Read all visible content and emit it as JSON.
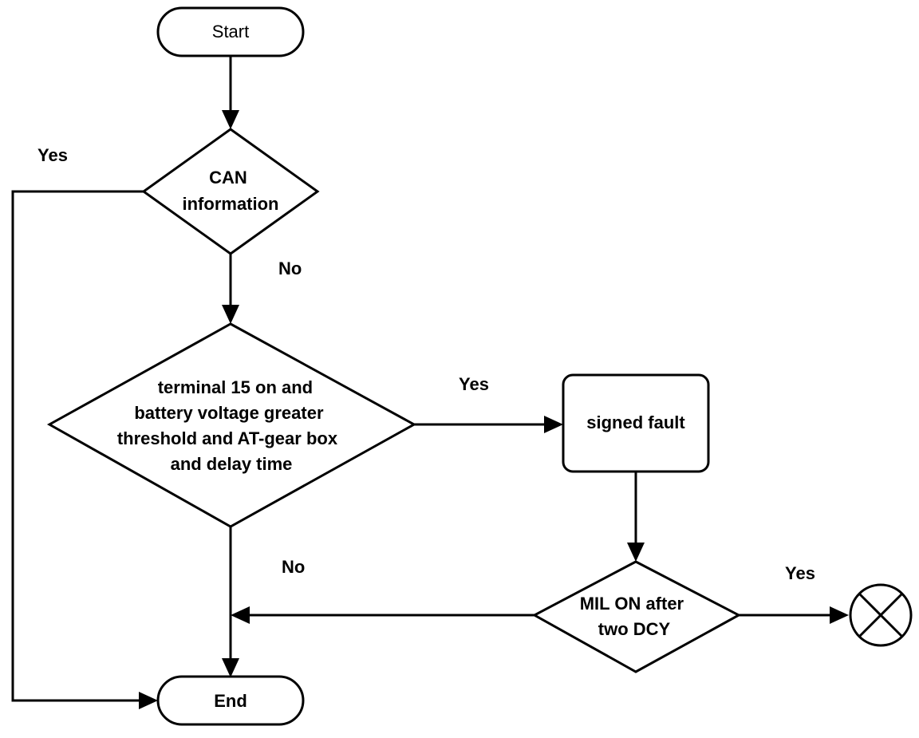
{
  "diagram": {
    "nodes": {
      "start": {
        "lines": [
          "Start"
        ]
      },
      "can": {
        "lines": [
          "CAN",
          "information"
        ]
      },
      "cond": {
        "lines": [
          "terminal 15 on and",
          "battery voltage greater",
          "threshold and AT-gear box",
          "and delay time"
        ]
      },
      "fault": {
        "lines": [
          "signed fault"
        ]
      },
      "mil": {
        "lines": [
          "MIL ON after",
          "two DCY"
        ]
      },
      "end": {
        "lines": [
          "End"
        ]
      }
    },
    "edge_labels": {
      "can_yes": "Yes",
      "can_no": "No",
      "cond_yes": "Yes",
      "cond_no": "No",
      "mil_yes": "Yes"
    },
    "terminator_icon": "x-circle-icon"
  }
}
